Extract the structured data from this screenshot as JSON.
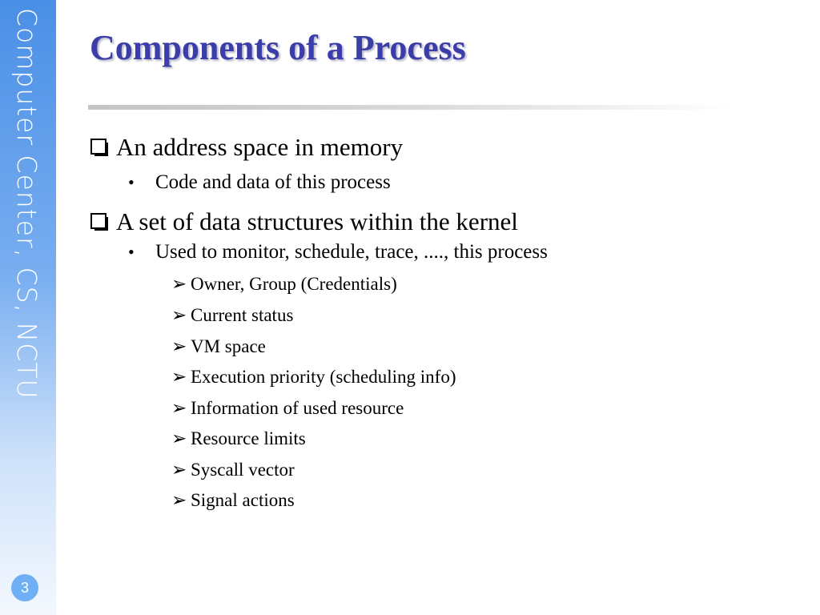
{
  "sidebar": {
    "text": "Computer Center, CS, NCTU",
    "page_number": "3"
  },
  "slide": {
    "title": "Components of a Process",
    "items": [
      {
        "text": "An address space in memory",
        "children": [
          {
            "text": "Code and data of this process",
            "children": []
          }
        ]
      },
      {
        "text": "A set of data structures within the kernel",
        "children": [
          {
            "text": "Used to monitor, schedule, trace, ...., this process",
            "children": [
              "Owner, Group (Credentials)",
              "Current status",
              "VM space",
              "Execution priority (scheduling info)",
              "Information of used resource",
              "Resource limits",
              "Syscall vector",
              "Signal actions"
            ]
          }
        ]
      }
    ]
  },
  "colors": {
    "title": "#3b3da8",
    "sidebar_top": "#4a8fe6",
    "page_badge": "#6fb0f5"
  }
}
